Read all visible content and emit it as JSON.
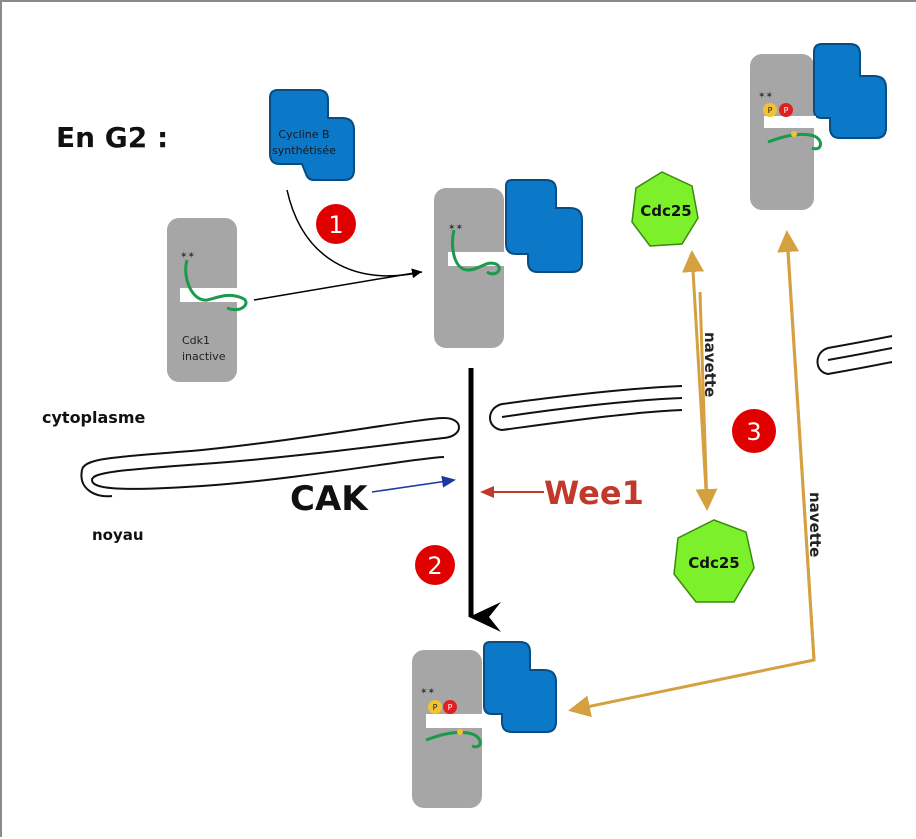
{
  "title": "En G2 :",
  "cycline_label": [
    "Cycline B",
    "synthétisée"
  ],
  "cdk1_label": [
    "Cdk1",
    "inactive"
  ],
  "compartments": {
    "top": "cytoplasme",
    "bottom": "noyau"
  },
  "kinases": {
    "cak": "CAK",
    "wee1": "Wee1"
  },
  "phosphatase": {
    "top": "Cdc25",
    "bottom": "Cdc25"
  },
  "shuttle": {
    "left": "navette",
    "right": "navette"
  },
  "phospho_mark": "P",
  "steps": [
    "1",
    "2",
    "3"
  ],
  "colors": {
    "cyclin": "#0b78c8",
    "cdk": "#a6a6a6",
    "loop": "#1a9a4a",
    "cdc25": "#7cf02a",
    "step_badge": "#e00000",
    "wee1": "#c0392b",
    "cak_arrow": "#1a3aa0",
    "shuttle_arrow": "#d4a040"
  }
}
